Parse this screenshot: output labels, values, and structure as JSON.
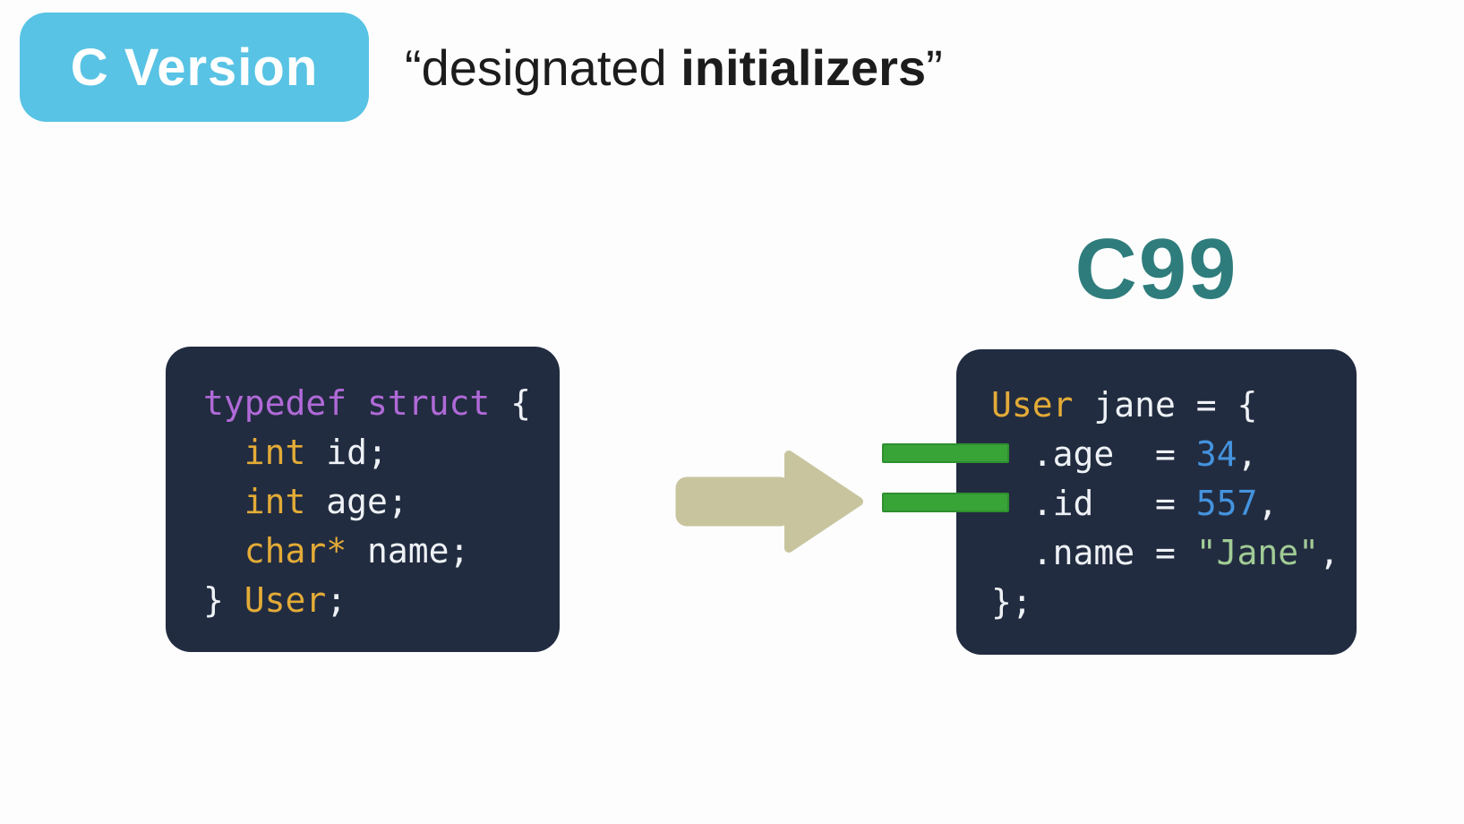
{
  "colors": {
    "page_bg": "#fdfdfe",
    "badge_bg": "#58c3e4",
    "badge_text": "#ffffff",
    "title_text": "#1c1c1c",
    "c99_teal": "#2e7d7c",
    "code_bg": "#222c40",
    "arrow_khaki": "#c8c49e",
    "bar_green": "#38a438",
    "bar_green_edge": "#2e8f2e"
  },
  "palette": {
    "purple": "#b06ad8",
    "gold": "#e3ab37",
    "white": "#eef2f6",
    "blue": "#4493de",
    "green": "#a1cc96"
  },
  "header": {
    "badge_label": "C Version",
    "title_prefix": "“designated ",
    "title_bold": "initializers",
    "title_suffix": "”"
  },
  "diagram": {
    "c99_label": "C99",
    "left_code": {
      "lines": [
        [
          {
            "text": "typedef struct ",
            "color": "purple"
          },
          {
            "text": "{",
            "color": "white"
          }
        ],
        [
          {
            "text": "  ",
            "color": "white"
          },
          {
            "text": "int",
            "color": "gold"
          },
          {
            "text": " id;",
            "color": "white"
          }
        ],
        [
          {
            "text": "  ",
            "color": "white"
          },
          {
            "text": "int",
            "color": "gold"
          },
          {
            "text": " age;",
            "color": "white"
          }
        ],
        [
          {
            "text": "  ",
            "color": "white"
          },
          {
            "text": "char*",
            "color": "gold"
          },
          {
            "text": " name;",
            "color": "white"
          }
        ],
        [
          {
            "text": "} ",
            "color": "white"
          },
          {
            "text": "User",
            "color": "gold"
          },
          {
            "text": ";",
            "color": "white"
          }
        ]
      ]
    },
    "right_code": {
      "lines": [
        [
          {
            "text": "User",
            "color": "gold"
          },
          {
            "text": " jane = {",
            "color": "white"
          }
        ],
        [
          {
            "text": "  .age  = ",
            "color": "white"
          },
          {
            "text": "34",
            "color": "blue"
          },
          {
            "text": ",",
            "color": "white"
          }
        ],
        [
          {
            "text": "  .id   = ",
            "color": "white"
          },
          {
            "text": "557",
            "color": "blue"
          },
          {
            "text": ",",
            "color": "white"
          }
        ],
        [
          {
            "text": "  .name = ",
            "color": "white"
          },
          {
            "text": "\"Jane\"",
            "color": "green"
          },
          {
            "text": ",",
            "color": "white"
          }
        ],
        [
          {
            "text": "};",
            "color": "white"
          }
        ]
      ]
    }
  }
}
